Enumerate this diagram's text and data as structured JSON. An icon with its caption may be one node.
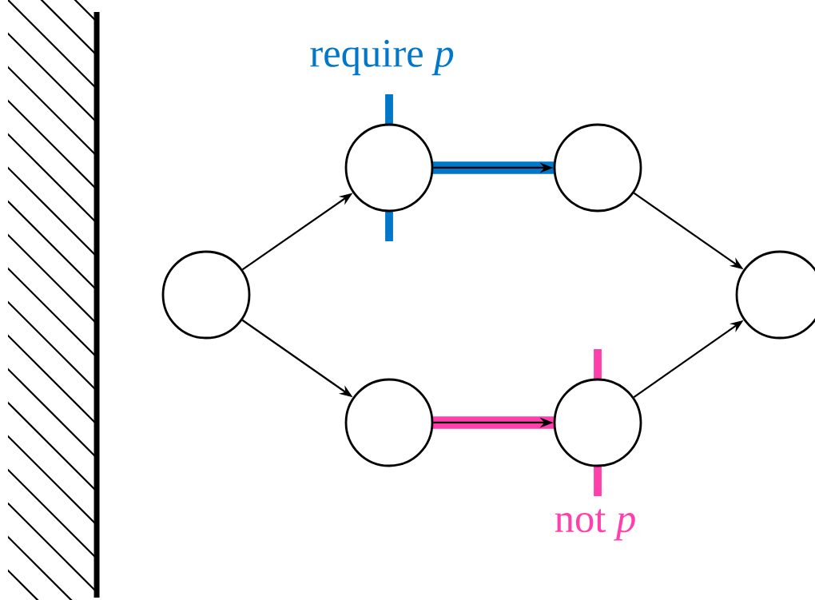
{
  "diagram": {
    "nodes": [
      {
        "text": [],
        "shape": "circle"
      },
      {
        "text": [],
        "shape": "circle"
      },
      {
        "text": [],
        "shape": "circle"
      },
      {
        "text": [],
        "shape": "circle"
      },
      {
        "text": [],
        "shape": "circle"
      },
      {
        "text": [],
        "shape": "circle"
      }
    ],
    "edges": [
      {
        "from": 0,
        "to": 1,
        "arrow": "to"
      },
      {
        "from": 0,
        "to": 3,
        "arrow": "to"
      },
      {
        "from": 1,
        "to": 2,
        "arrow": "to"
      },
      {
        "from": 3,
        "to": 4,
        "arrow": "to"
      },
      {
        "from": 2,
        "to": 5,
        "arrow": "to"
      },
      {
        "from": 4,
        "to": 5,
        "arrow": "to"
      }
    ],
    "labels": [
      "require *p*",
      "not *p*"
    ]
  }
}
